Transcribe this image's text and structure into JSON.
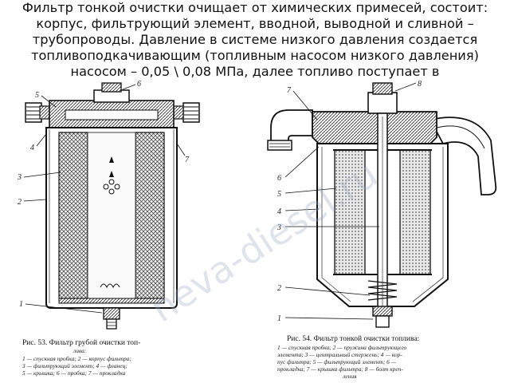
{
  "intro": {
    "text": "Фильтр тонкой очистки очищает от химических примесей, состоит: корпус, фильтрующий элемент, вводной, выводной и сливной – трубопроводы. Давление в системе низкого давления создается топливоподкачивающим (топливным насосом низкого давления) насосом – 0,05 \\ 0,08 МПа, далее топливо поступает в"
  },
  "fig53": {
    "labels": [
      "1",
      "2",
      "3",
      "4",
      "5",
      "6",
      "7"
    ],
    "caption_title": "Рис. 53. Фильтр грубой очистки топ-",
    "caption_lines": [
      "лива:",
      "1 — спускная пробка; 2 — корпус фильтра;",
      "3 — фильтрующий элемент; 4 — фланец;",
      "5 — крышка; 6 — пробка; 7 — прокладка"
    ]
  },
  "fig54": {
    "labels": [
      "1",
      "2",
      "3",
      "4",
      "5",
      "6",
      "7",
      "8"
    ],
    "caption_title": "Рис. 54. Фильтр тонкой очистки топлива:",
    "caption_lines": [
      "1 — спускная пробка; 2 — пружина фильтрующего",
      "элемента; 3 — центральный стержень; 4 — кор-",
      "пус фильтра; 5 — фильтрующий элемент; 6 —",
      "прокладка; 7 — крышка фильтра; 8 — болт креп-",
      "ления"
    ]
  },
  "watermark": {
    "text": "neva-diesel.ru",
    "color": "#9aa9c6"
  }
}
